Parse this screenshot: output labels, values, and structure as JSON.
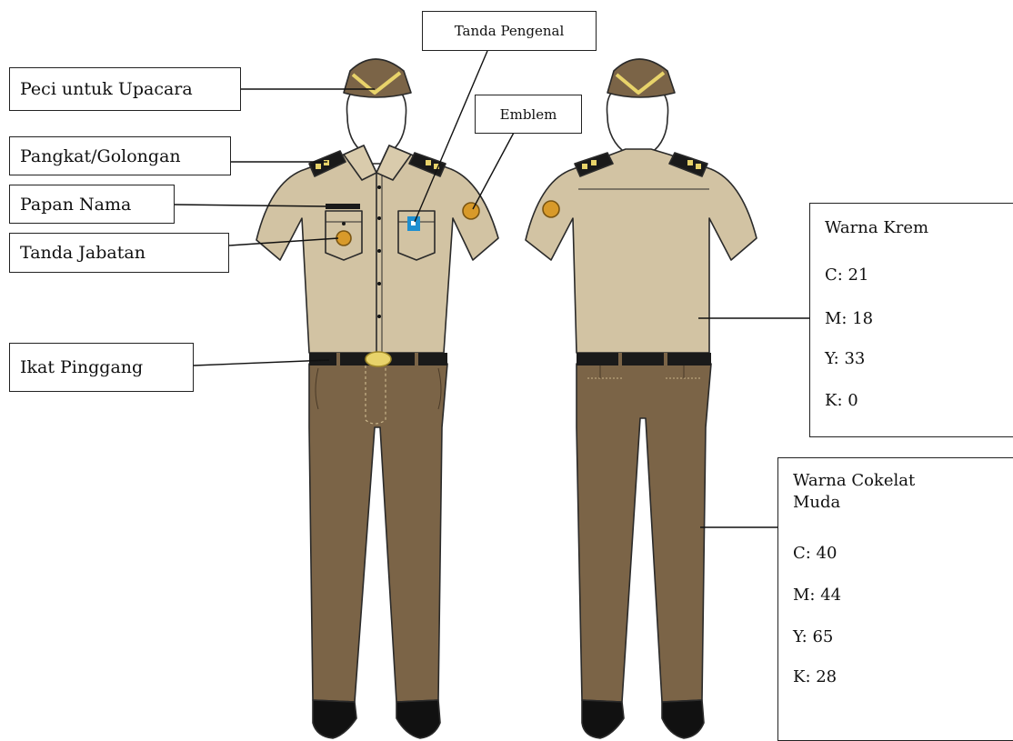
{
  "labels": {
    "peci": "Peci untuk Upacara",
    "pangkat": "Pangkat/Golongan",
    "papan_nama": "Papan Nama",
    "tanda_jabatan": "Tanda Jabatan",
    "ikat_pinggang": "Ikat Pinggang",
    "tanda_pengenal": "Tanda Pengenal",
    "emblem": "Emblem"
  },
  "colors_info": {
    "krem": {
      "title": "Warna Krem",
      "c": "C: 21",
      "m": "M: 18",
      "y": "Y: 33",
      "k": "K: 0"
    },
    "cokelat": {
      "title_line1": "Warna Cokelat",
      "title_line2": "Muda",
      "c": "C: 40",
      "m": "M: 44",
      "y": "Y: 65",
      "k": "K: 28"
    }
  },
  "palette": {
    "shirt": "#d2c3a3",
    "trousers": "#7b6447",
    "cap": "#7b6447",
    "belt": "#1a1a1a",
    "buckle": "#e8d36a",
    "shoes": "#111111",
    "id_card": "#1e8fd0"
  }
}
